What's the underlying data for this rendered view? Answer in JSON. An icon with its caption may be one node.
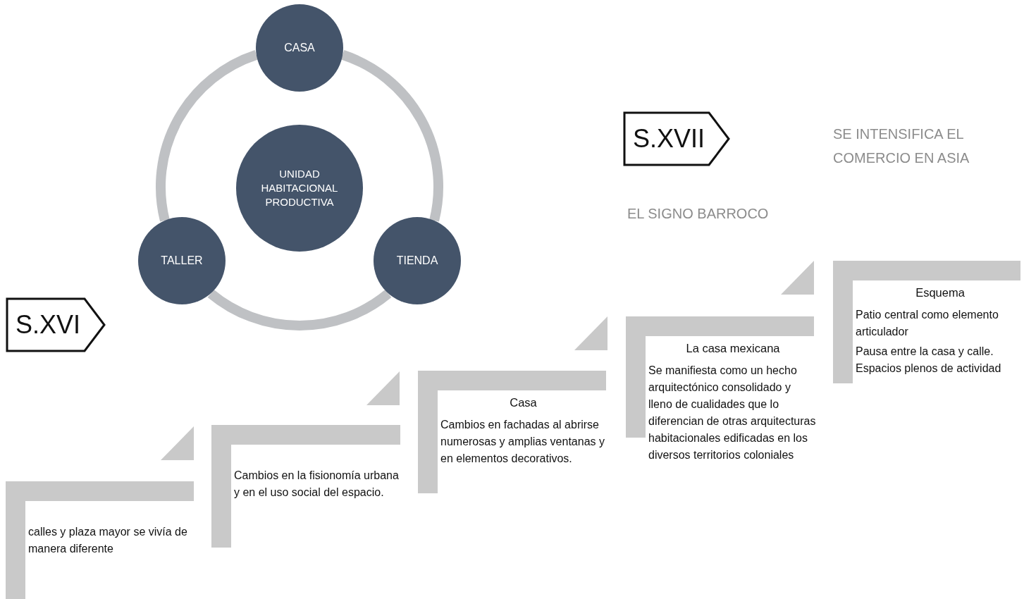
{
  "diagram": {
    "nodes": [
      {
        "text": [
          "CASA"
        ]
      },
      {
        "text": [
          "UNIDAD HABITACIONAL PRODUCTIVA"
        ]
      },
      {
        "text": [
          "TALLER"
        ]
      },
      {
        "text": [
          "TIENDA"
        ]
      },
      {
        "text": [
          "S.XVI"
        ]
      },
      {
        "text": [
          "S.XVII"
        ]
      },
      {
        "text": [
          "calles y plaza mayor se vivía de manera diferente"
        ]
      },
      {
        "text": [
          "Cambios en la fisionomía urbana y en el uso social del espacio."
        ]
      },
      {
        "text": [
          "Casa",
          "Cambios en fachadas al abrirse numerosas y amplias ventanas y en elementos decorativos."
        ]
      },
      {
        "text": [
          "La casa mexicana",
          "Se manifiesta como un hecho arquitectónico consolidado y lleno de cualidades que lo diferencian de otras arquitecturas habitacionales edificadas en los diversos territorios coloniales"
        ]
      },
      {
        "text": [
          "Esquema",
          "Patio central como elemento articulador",
          "Pausa entre la casa y calle. Espacios plenos de actividad"
        ]
      }
    ],
    "edges": [
      {
        "from": 0,
        "to": 3,
        "arrow": "none"
      },
      {
        "from": 3,
        "to": 2,
        "arrow": "none"
      },
      {
        "from": 2,
        "to": 0,
        "arrow": "none"
      }
    ],
    "labels": [
      "SE INTENSIFICA EL COMERCIO EN ASIA",
      "EL SIGNO BARROCO"
    ]
  }
}
